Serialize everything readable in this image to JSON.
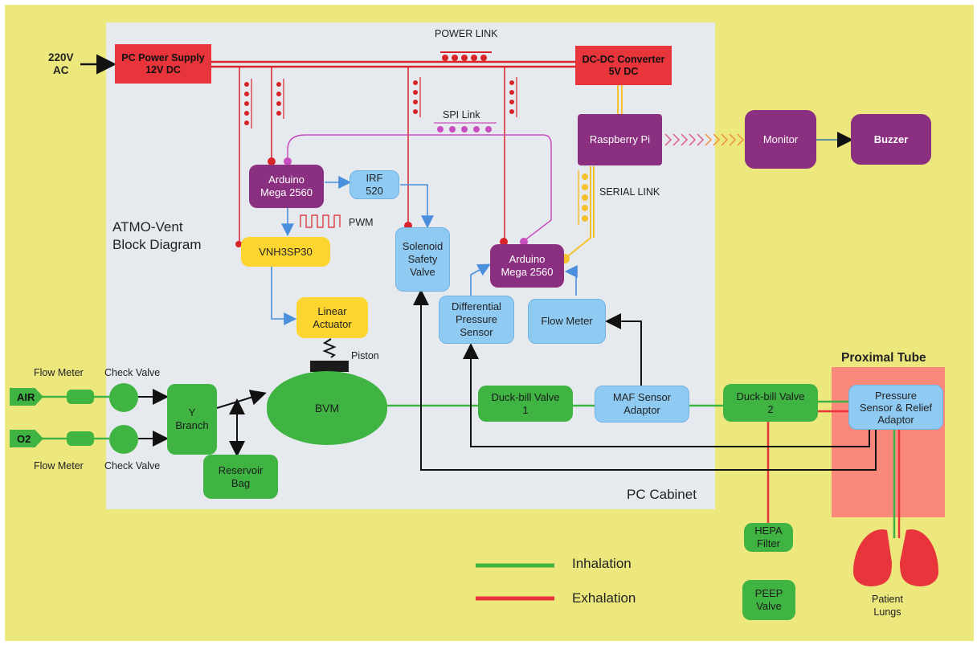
{
  "colors": {
    "power": "#d9232a",
    "signal": "#c94fc0",
    "serial": "#f6c12c",
    "control": "#4a8fdc",
    "inhalation": "#3fb443",
    "exhalation": "#e8343b",
    "background": "#ece87e",
    "cabinet": "#e6eaee",
    "proximal": "#f9877a"
  },
  "labels": {
    "ac_in": "220V\nAC",
    "power_link": "POWER LINK",
    "spi_link": "SPI Link",
    "serial_link": "SERIAL LINK",
    "pwm": "PWM",
    "title": "ATMO-Vent\nBlock Diagram",
    "piston": "Piston",
    "pc_cabinet": "PC Cabinet",
    "proximal_tube": "Proximal Tube",
    "flow_meter_top": "Flow Meter",
    "check_valve_top": "Check Valve",
    "flow_meter_bottom": "Flow Meter",
    "check_valve_bottom": "Check Valve",
    "patient_lungs": "Patient\nLungs"
  },
  "blocks": {
    "psu": "PC Power Supply\n12V DC",
    "dcdc": "DC-DC Converter\n5V DC",
    "raspberry": "Raspberry Pi",
    "monitor": "Monitor",
    "buzzer": "Buzzer",
    "mega1": "Arduino\nMega 2560",
    "irf": "IRF\n520",
    "vnh": "VNH3SP30",
    "solenoid": "Solenoid\nSafety\nValve",
    "mega2": "Arduino\nMega 2560",
    "diff_sensor": "Differential\nPressure\nSensor",
    "flow_meter_box": "Flow Meter",
    "actuator": "Linear\nActuator",
    "air": "AIR",
    "o2": "O2",
    "ybranch": "Y\nBranch",
    "reservoir": "Reservoir\nBag",
    "bvm": "BVM",
    "duckbill1": "Duck-bill Valve\n1",
    "maf": "MAF Sensor\nAdaptor",
    "duckbill2": "Duck-bill Valve\n2",
    "pressure_sensor": "Pressure\nSensor & Relief\nAdaptor",
    "hepa": "HEPA\nFilter",
    "peep": "PEEP\nValve"
  },
  "legend": [
    {
      "label": "Inhalation",
      "color": "#3fb443"
    },
    {
      "label": "Exhalation",
      "color": "#e8343b"
    }
  ]
}
